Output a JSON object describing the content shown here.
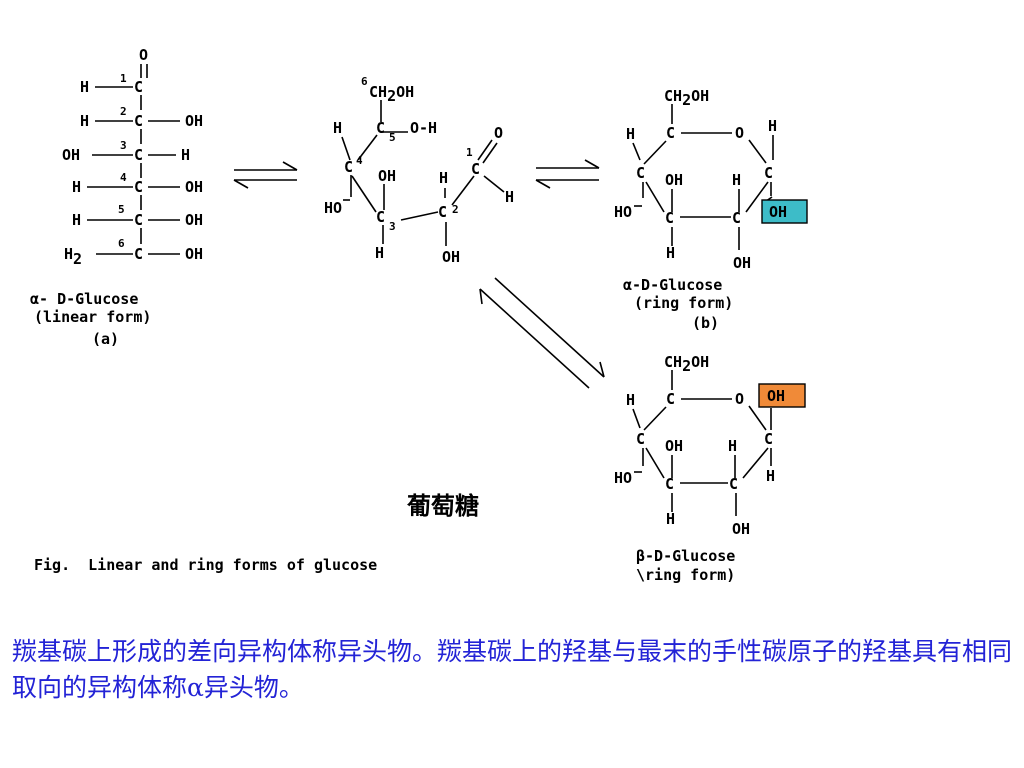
{
  "linear": {
    "o": "O",
    "rows": [
      {
        "left": "H",
        "num": "1",
        "c": "C",
        "right": ""
      },
      {
        "left": "H",
        "num": "2",
        "c": "C",
        "right": "OH"
      },
      {
        "left": "OH",
        "num": "3",
        "c": "C",
        "right": "H"
      },
      {
        "left": "H",
        "num": "4",
        "c": "C",
        "right": "OH"
      },
      {
        "left": "H",
        "num": "5",
        "c": "C",
        "right": "OH"
      },
      {
        "left": "H2",
        "num": "6",
        "c": "C",
        "right": "OH"
      }
    ],
    "caption_line1": "α- D-Glucose",
    "caption_line2": "(linear form)",
    "caption_line3": "(a)"
  },
  "intermediate": {
    "c6_num": "6",
    "c6_group": "CH2OH",
    "h_left": "H",
    "c5": "C",
    "c5_num": "5",
    "o_h": "O-H",
    "c4": "C",
    "c4_num": "4",
    "oh_top": "OH",
    "h_mid": "H",
    "c1_num": "1",
    "c1": "C",
    "o_top": "O",
    "h_right": "H",
    "ho_left": "HO",
    "c3": "C",
    "c3_num": "3",
    "c2": "C",
    "c2_num": "2",
    "h_bottom": "H",
    "oh_bottom": "OH"
  },
  "alpha": {
    "ch2oh": "CH2OH",
    "h_tl": "H",
    "c5": "C",
    "o": "O",
    "h_tr": "H",
    "c4": "C",
    "oh_mid": "OH",
    "h_mid": "H",
    "c1": "C",
    "oh_highlight": "OH",
    "ho": "HO",
    "c3": "C",
    "c2": "C",
    "h_bottom": "H",
    "oh_bottom": "OH",
    "caption_line1": "α-D-Glucose",
    "caption_line2": "(ring form)",
    "caption_line3": "(b)",
    "highlight_color": "#3dbcc8"
  },
  "beta": {
    "ch2oh": "CH2OH",
    "h_tl": "H",
    "c5": "C",
    "o": "O",
    "oh_highlight": "OH",
    "c4": "C",
    "oh_mid": "OH",
    "h_mid": "H",
    "c1": "C",
    "ho": "HO",
    "h_right": "H",
    "c3": "C",
    "c2": "C",
    "h_bottom": "H",
    "oh_bottom": "OH",
    "caption_line1": "β-D-Glucose",
    "caption_line2": "\\ring form)",
    "highlight_color": "#f08a38"
  },
  "figure_caption": "Fig.  Linear and ring forms of glucose",
  "chinese_title": "葡萄糖",
  "note": "羰基碳上形成的差向异构体称异头物。羰基碳上的羟基与最末的手性碳原子的羟基具有相同取向的异构体称α异头物。"
}
